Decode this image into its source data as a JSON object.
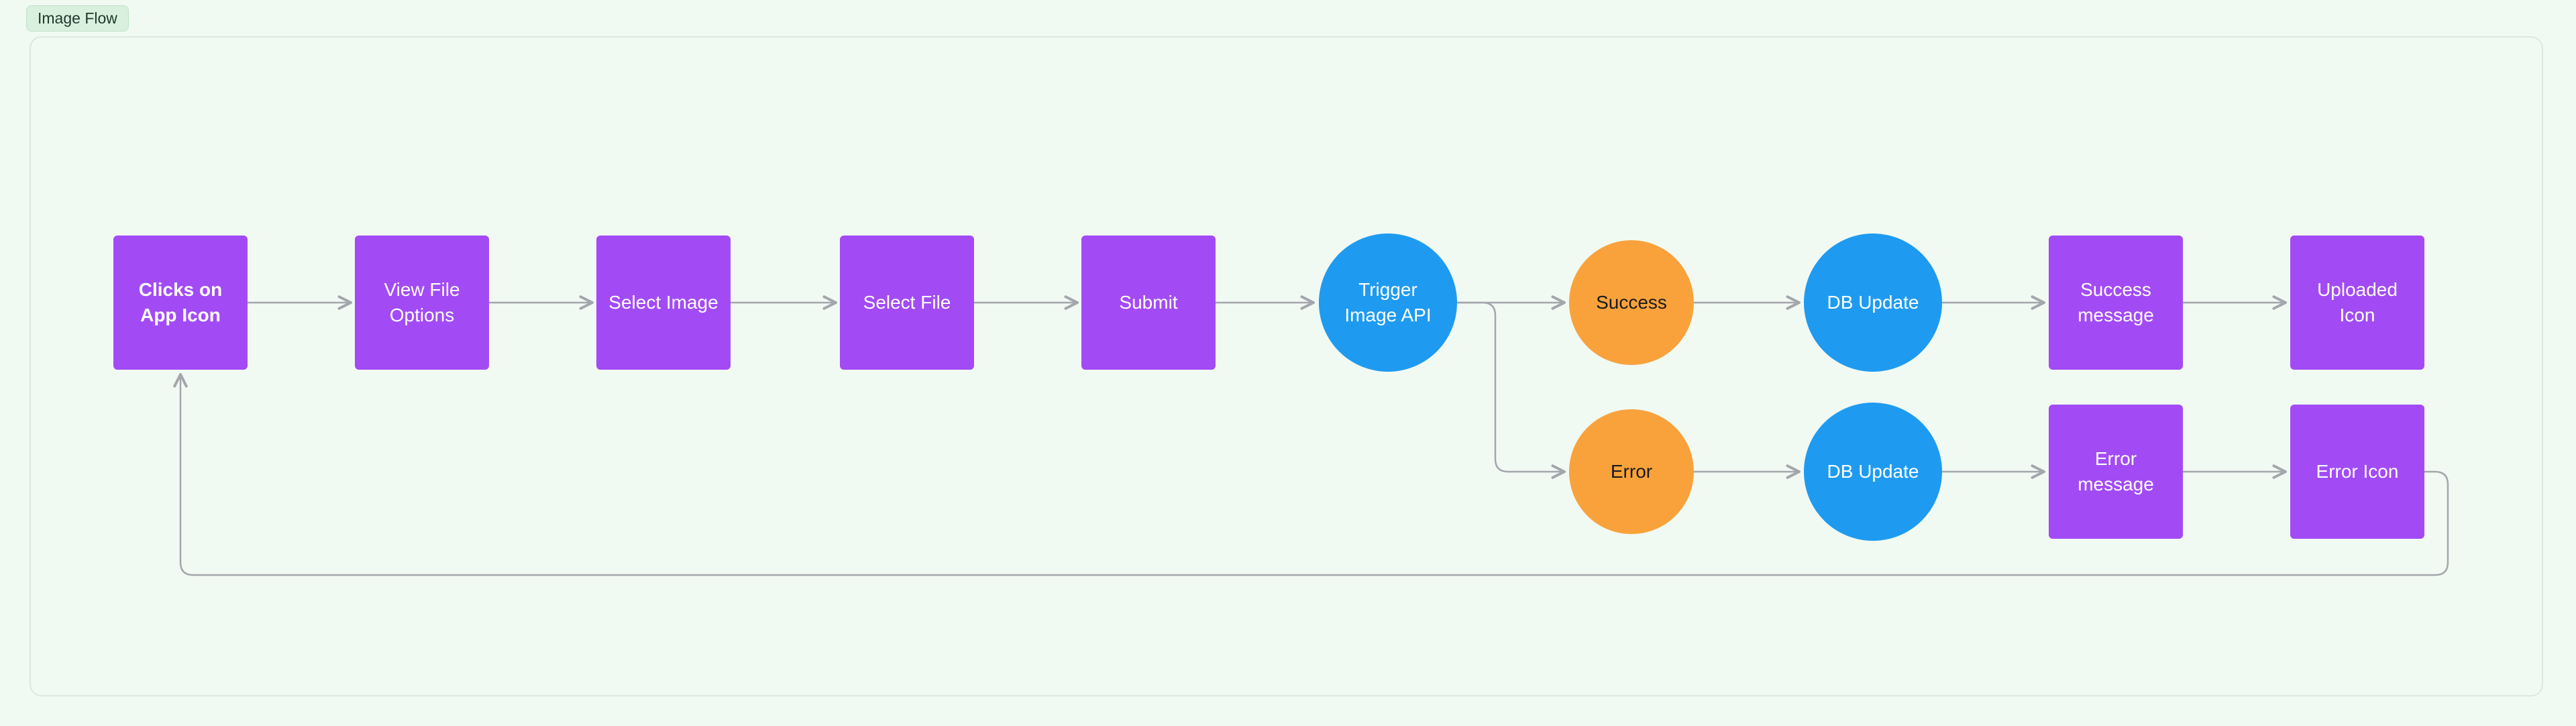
{
  "tag": {
    "label": "Image Flow"
  },
  "colors": {
    "background": "#f1f9f3",
    "canvas-border": "#dbe8df",
    "node-purple": "#a24bf5",
    "node-blue": "#1e9bf0",
    "node-orange": "#f9a23c",
    "arrow": "#a3a6ab",
    "tag-bg": "#d8f0dd",
    "tag-border": "#bfe3c8",
    "tag-text": "#1e3a2a",
    "text-light": "#ffffff",
    "text-dark": "#1a1a1a"
  },
  "nodes": {
    "clicks_on_app_icon": {
      "label": "Clicks on\nApp Icon",
      "shape": "rectangle",
      "color": "purple"
    },
    "view_file_options": {
      "label": "View File\nOptions",
      "shape": "rectangle",
      "color": "purple"
    },
    "select_image": {
      "label": "Select Image",
      "shape": "rectangle",
      "color": "purple"
    },
    "select_file": {
      "label": "Select File",
      "shape": "rectangle",
      "color": "purple"
    },
    "submit": {
      "label": "Submit",
      "shape": "rectangle",
      "color": "purple"
    },
    "trigger_image_api": {
      "label": "Trigger\nImage API",
      "shape": "circle",
      "color": "blue"
    },
    "success": {
      "label": "Success",
      "shape": "circle",
      "color": "orange"
    },
    "db_update_success": {
      "label": "DB Update",
      "shape": "circle",
      "color": "blue"
    },
    "success_message": {
      "label": "Success\nmessage",
      "shape": "rectangle",
      "color": "purple"
    },
    "uploaded_icon": {
      "label": "Uploaded\nIcon",
      "shape": "rectangle",
      "color": "purple"
    },
    "error": {
      "label": "Error",
      "shape": "circle",
      "color": "orange"
    },
    "db_update_error": {
      "label": "DB Update",
      "shape": "circle",
      "color": "blue"
    },
    "error_message": {
      "label": "Error\nmessage",
      "shape": "rectangle",
      "color": "purple"
    },
    "error_icon": {
      "label": "Error Icon",
      "shape": "rectangle",
      "color": "purple"
    }
  },
  "edges": [
    {
      "from": "Clicks on App Icon",
      "to": "View File Options"
    },
    {
      "from": "View File Options",
      "to": "Select Image"
    },
    {
      "from": "Select Image",
      "to": "Select File"
    },
    {
      "from": "Select File",
      "to": "Submit"
    },
    {
      "from": "Submit",
      "to": "Trigger Image API"
    },
    {
      "from": "Trigger Image API",
      "to": "Success"
    },
    {
      "from": "Trigger Image API",
      "to": "Error"
    },
    {
      "from": "Success",
      "to": "DB Update (success branch)"
    },
    {
      "from": "DB Update (success branch)",
      "to": "Success message"
    },
    {
      "from": "Success message",
      "to": "Uploaded Icon"
    },
    {
      "from": "Error",
      "to": "DB Update (error branch)"
    },
    {
      "from": "DB Update (error branch)",
      "to": "Error message"
    },
    {
      "from": "Error message",
      "to": "Error Icon"
    },
    {
      "from": "Error Icon",
      "to": "Clicks on App Icon"
    }
  ]
}
